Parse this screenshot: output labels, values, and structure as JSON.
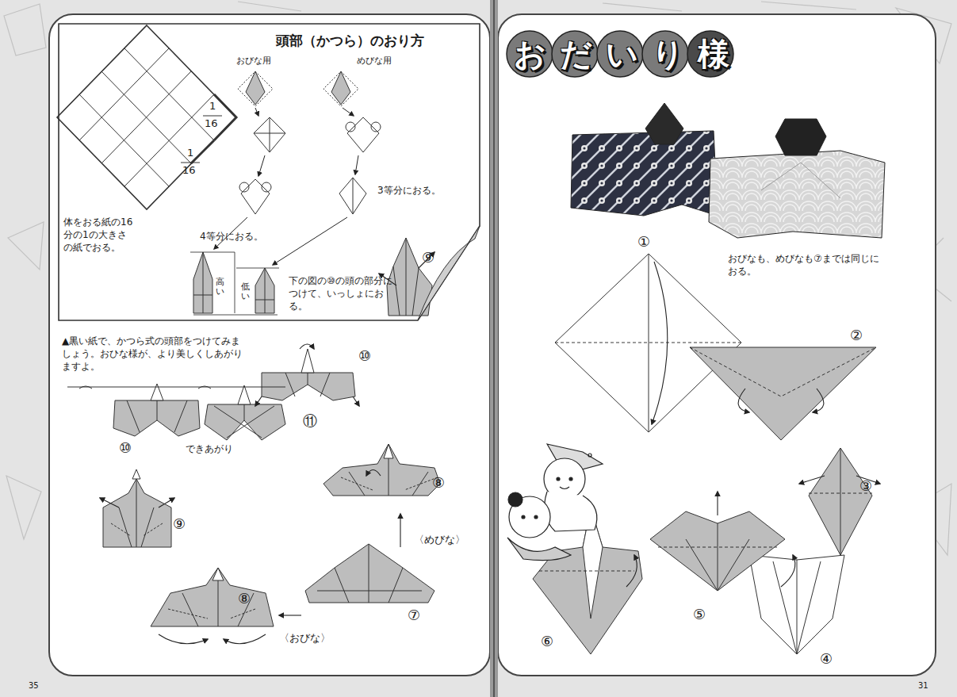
{
  "diagram": {
    "title": "おだいり様",
    "nodes": [
      {
        "text": [
          "頭部（かつら）のおり方",
          "おびな用",
          "めびな用",
          "1",
          "16",
          "1",
          "16",
          "体をおる紙の16分の1の大きさの紙でおる。",
          "4等分におる。",
          "3等分におる。",
          "高い",
          "低い",
          "下の図の⑩の頭の部分につけて、いっしょにおる。"
        ]
      }
    ],
    "labels": [
      "▲黒い紙で、かつら式の頭部をつけてみましょう。おひな様が、より美しくしあがりますよ。",
      "⑩",
      "⑨",
      "⑩",
      "できあがり",
      "⑪",
      "⑨",
      "⑧",
      "〈おびな〉",
      "⑦",
      "〈めびな〉",
      "⑧",
      "35",
      "おびなも、めびなも⑦までは同じにおる。",
      "①",
      "②",
      "③",
      "④",
      "⑤",
      "⑥",
      "31"
    ]
  }
}
